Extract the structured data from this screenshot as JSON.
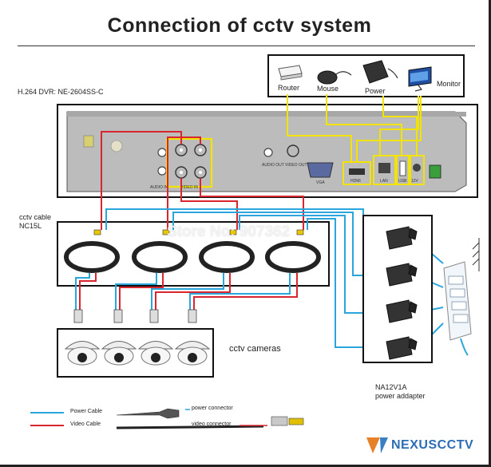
{
  "title": "Connection of cctv system",
  "dvr_label": "H.264 DVR: NE-2604SS-C",
  "peripherals": {
    "router": "Router",
    "mouse": "Mouse",
    "power": "Power",
    "monitor": "Monitor"
  },
  "dvr_ports": {
    "audio_in": "AUDIO IN",
    "video_in": "VIDEO IN",
    "audio_out": "AUDIO OUT",
    "video_out": "VIDEO OUT",
    "vga": "VGA",
    "hdmi": "HDMI",
    "lan": "LAN",
    "usb": "USB",
    "dc12v": "12V"
  },
  "cable_label": {
    "line1": "cctv cable",
    "line2": "NC15L"
  },
  "watermark": "Store No: 907362",
  "cameras_label": "cctv cameras",
  "adapter_label": {
    "line1": "NA12V1A",
    "line2": "power addapter"
  },
  "legend": {
    "power_cable": "Power Cable",
    "video_cable": "Video Cable",
    "power_connector": "power connector",
    "video_connector": "video connector"
  },
  "brand": "NEXUSCCTV",
  "colors": {
    "power": "#2aa6dd",
    "video": "#d8262e",
    "yellow": "#f2e400"
  }
}
